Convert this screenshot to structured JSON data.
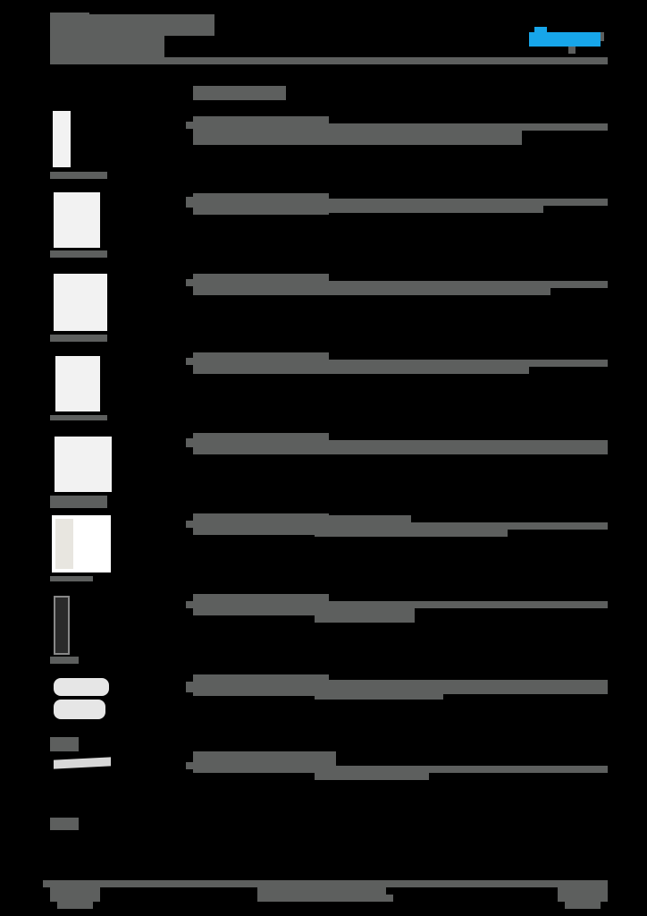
{
  "document": {
    "type": "product datasheet (text redacted)",
    "colors": {
      "background": "#000000",
      "text_block": "#5d5f5e",
      "brand_logo": "#17a6ea",
      "product_image": "#f2f2f2"
    }
  },
  "header": {
    "title_line_1": "[redacted]",
    "title_line_2": "[redacted]",
    "logo": "brand-logo"
  },
  "section": {
    "heading": "[redacted]"
  },
  "products": [
    {
      "image": "narrow-enclosure",
      "caption": "[redacted]",
      "name": "[redacted]",
      "ref": "[redacted]",
      "description": "[redacted]"
    },
    {
      "image": "enclosure",
      "caption": "[redacted]",
      "name": "[redacted]",
      "ref": "[redacted]",
      "description": "[redacted]"
    },
    {
      "image": "wide-enclosure",
      "caption": "[redacted]",
      "name": "[redacted]",
      "ref": "[redacted]",
      "description": "[redacted]"
    },
    {
      "image": "enclosure-door",
      "caption": "[redacted]",
      "name": "[redacted]",
      "ref": "[redacted]",
      "description": "[redacted]"
    },
    {
      "image": "large-enclosure",
      "caption": "[redacted]",
      "name": "[redacted]",
      "ref": "[redacted]",
      "description": "[redacted]"
    },
    {
      "image": "side-panel",
      "caption": "[redacted]",
      "name": "[redacted]",
      "ref": "[redacted]",
      "description": "[redacted]"
    },
    {
      "image": "frame-bracket",
      "caption": "[redacted]",
      "name": "[redacted]",
      "ref": "[redacted]",
      "description": "[redacted]"
    },
    {
      "image": "cable-glands",
      "caption": "[redacted]",
      "name": "[redacted]",
      "ref": "[redacted]",
      "description": "[redacted]"
    },
    {
      "image": "din-rail",
      "caption": "[redacted]",
      "name": "[redacted]",
      "ref": "[redacted]",
      "description": "[redacted]"
    }
  ],
  "extra_labels": [
    "[redacted]",
    "[redacted]"
  ],
  "footer": {
    "left": "[redacted]",
    "center": "[redacted]",
    "right": "[redacted]"
  }
}
